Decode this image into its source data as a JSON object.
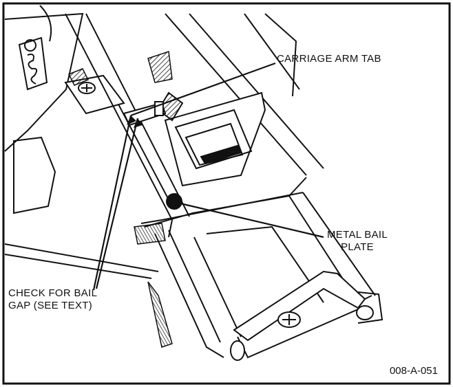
{
  "callouts": {
    "carriage_arm_tab": "CARRIAGE ARM TAB",
    "metal_bail_plate_line1": "METAL BAIL",
    "metal_bail_plate_line2": "PLATE",
    "check_bail_gap_line1": "CHECK FOR BAIL",
    "check_bail_gap_line2": "GAP (SEE TEXT)"
  },
  "figure_id": "008-A-051",
  "colors": {
    "ink": "#111111",
    "paper": "#ffffff"
  }
}
